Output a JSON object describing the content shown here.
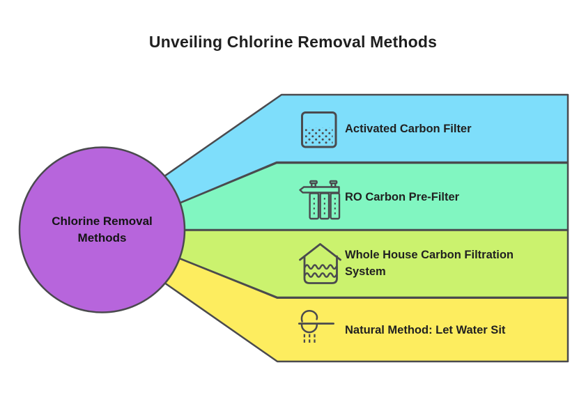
{
  "title": "Unveiling Chlorine Removal Methods",
  "center": {
    "label": "Chlorine Removal Methods",
    "lines": [
      "Chlorine Removal",
      "Methods"
    ],
    "color": "#b765dc"
  },
  "items": [
    {
      "label": "Activated Carbon Filter",
      "icon": "activated-carbon-filter-icon",
      "color": "#7edefb"
    },
    {
      "label": "RO Carbon Pre-Filter",
      "icon": "ro-carbon-pre-filter-icon",
      "color": "#81f6c1"
    },
    {
      "label": "Whole House Carbon Filtration System",
      "icon": "whole-house-filtration-icon",
      "color": "#cbf26e"
    },
    {
      "label": "Natural Method: Let Water Sit",
      "icon": "water-sit-shower-icon",
      "color": "#fded5f"
    }
  ],
  "outline_color": "#4a4a4e",
  "text_color": "#212121"
}
